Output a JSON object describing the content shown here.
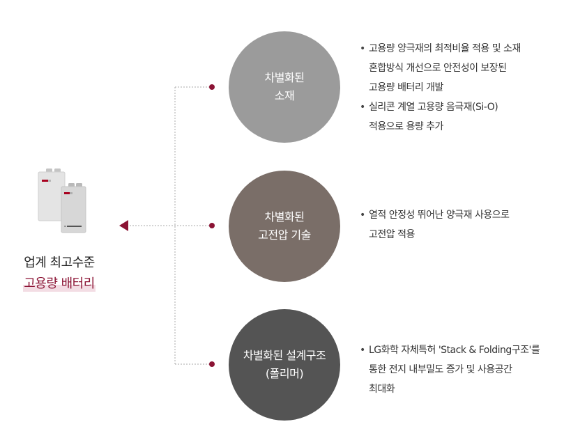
{
  "left": {
    "title": "업계 최고수준",
    "subtitle": "고용량 배터리",
    "icon": "battery-cells-icon"
  },
  "colors": {
    "accent": "#8b1334",
    "circle_1": "#9b9b9b",
    "circle_2": "#7a6e68",
    "circle_3": "#545454",
    "connector": "#aaaaaa"
  },
  "items": [
    {
      "circle": {
        "line1": "차별화된",
        "line2": "소재"
      },
      "bullets": [
        {
          "line1": "고용량 양극재의 최적비율 적용 및 소재",
          "line2": "혼합방식 개선으로 안전성이 보장된",
          "line3": "고용량 배터리 개발"
        },
        {
          "line1": "실리콘 계열 고용량 음극재(Si-O)",
          "line2": "적용으로 용량 추가"
        }
      ]
    },
    {
      "circle": {
        "line1": "차별화된",
        "line2": "고전압 기술"
      },
      "bullets": [
        {
          "line1": "열적 안정성 뛰어난 양극재 사용으로",
          "line2": "고전압 적용"
        }
      ]
    },
    {
      "circle": {
        "line1": "차별화된 설계구조",
        "line2": "(폴리머)"
      },
      "bullets": [
        {
          "line1": "LG화학 자체특허 'Stack & Folding구조'를",
          "line2": "통한 전지 내부밀도 증가 및 사용공간",
          "line3": "최대화"
        }
      ]
    }
  ]
}
